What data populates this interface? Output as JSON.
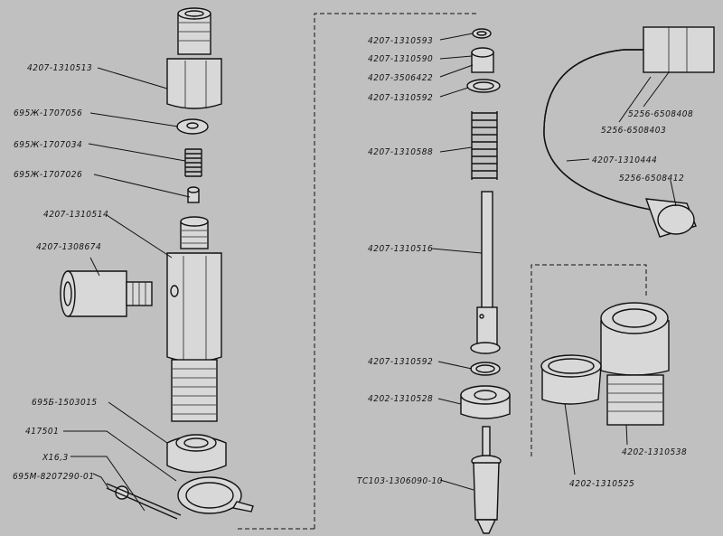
{
  "labels": {
    "left": [
      "4207-1310513",
      "695Ж-1707056",
      "695Ж-1707034",
      "695Ж-1707026",
      "4207-1310514",
      "4207-1308674",
      "695Б-1503015",
      "417501",
      "X16,3",
      "695M-8207290-01"
    ],
    "middle": [
      "4207-1310593",
      "4207-1310590",
      "4207-3506422",
      "4207-1310592",
      "4207-1310588",
      "4207-1310516",
      "4207-1310592",
      "4202-1310528",
      "TC103-1306090-10"
    ],
    "right": [
      "5256-6508408",
      "5256-6508403",
      "4207-1310444",
      "5256-6508412",
      "4202-1310538",
      "4202-1310525"
    ]
  }
}
